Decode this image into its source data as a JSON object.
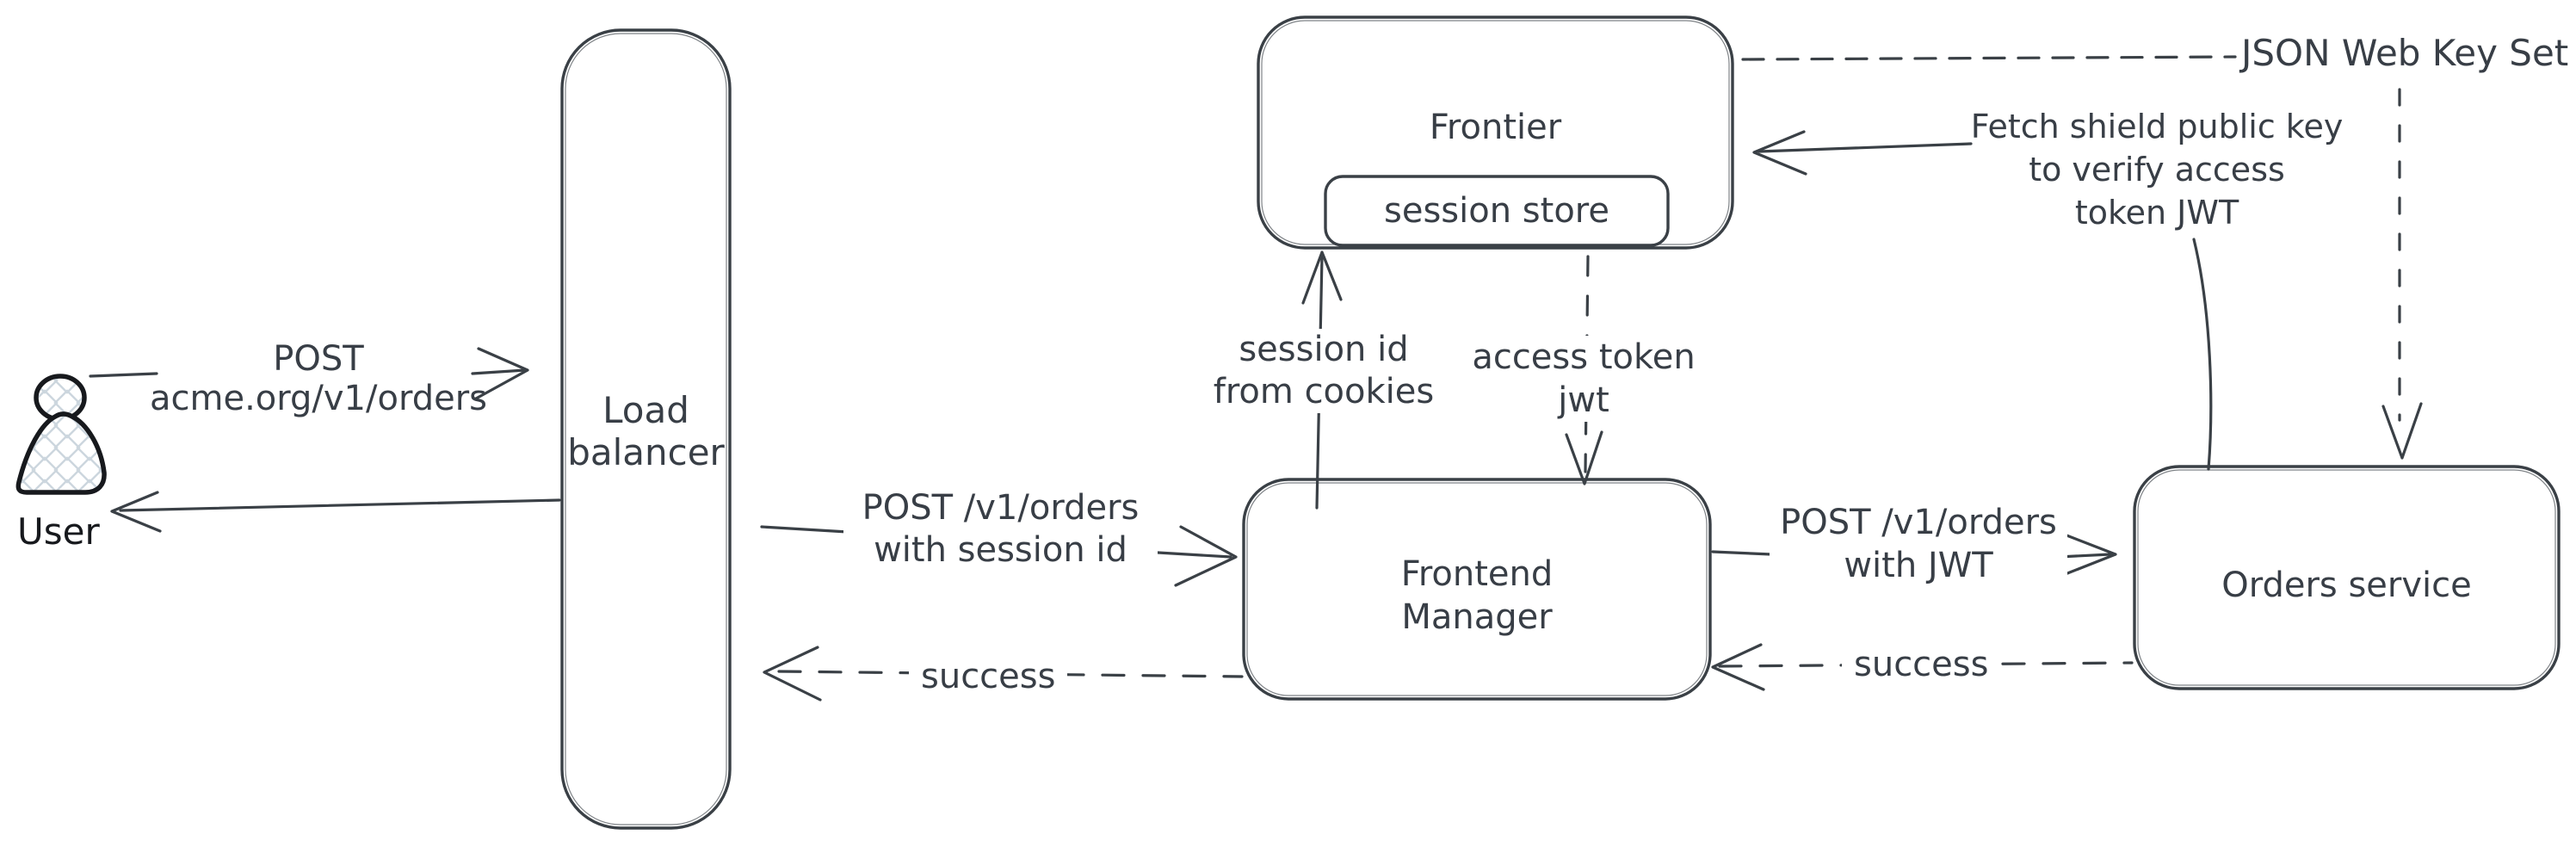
{
  "diagram": {
    "type": "hand-drawn-architecture-flow",
    "colors": {
      "stroke": "#3a4046",
      "text": "#383e46",
      "user_stroke": "#17191d",
      "hatch": "#ccd6de",
      "background": "#ffffff"
    },
    "nodes": {
      "user": {
        "label": "User"
      },
      "load_balancer": {
        "line1": "Load",
        "line2": "balancer"
      },
      "frontier": {
        "label": "Frontier",
        "session_store": {
          "label": "session store"
        }
      },
      "frontend_manager": {
        "line1": "Frontend",
        "line2": "Manager"
      },
      "orders_service": {
        "label": "Orders service"
      }
    },
    "edges": {
      "user_to_lb": {
        "line1": "POST",
        "line2": "acme.org/v1/orders",
        "style": "solid"
      },
      "lb_to_user": {
        "style": "solid"
      },
      "lb_to_fm": {
        "line1": "POST /v1/orders",
        "line2": "with session id",
        "style": "solid"
      },
      "fm_to_lb": {
        "label": "success",
        "style": "dashed"
      },
      "fm_to_frontier": {
        "line1": "session id",
        "line2": "from cookies",
        "style": "solid"
      },
      "frontier_to_fm": {
        "line1": "access token",
        "line2": "jwt",
        "style": "dashed"
      },
      "fm_to_orders": {
        "line1": "POST /v1/orders",
        "line2": "with JWT",
        "style": "solid"
      },
      "orders_to_fm": {
        "label": "success",
        "style": "dashed"
      },
      "orders_to_frontier": {
        "line1": "Fetch shield public key",
        "line2": "to verify access",
        "line3": "token JWT",
        "style": "solid"
      },
      "jwks_to_frontier": {
        "label": "JSON Web Key Set",
        "style": "dashed"
      },
      "jwks_to_orders": {
        "style": "dashed"
      }
    }
  }
}
